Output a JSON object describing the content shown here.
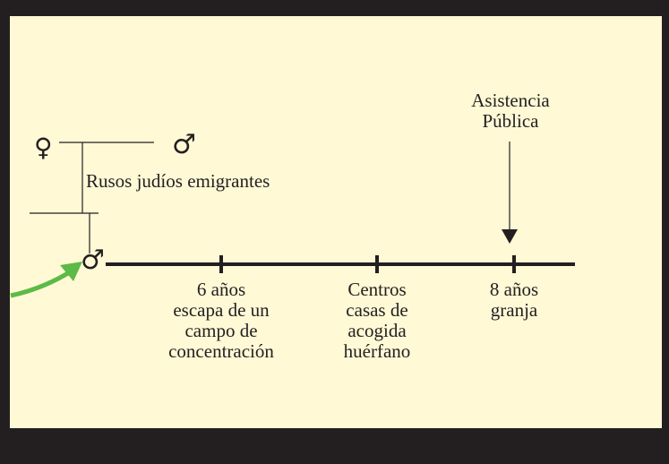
{
  "diagram": {
    "colors": {
      "background": "#fff9d6",
      "frame": "#231f20",
      "line": "#231f20",
      "arrow_green": "#5cba47"
    },
    "parents": {
      "mother_symbol": "♀",
      "father_symbol": "♂",
      "label": "Rusos judíos emigrantes"
    },
    "subject_symbol": "♂",
    "events": [
      {
        "lines": [
          "6 años",
          "escapa de un",
          "campo de",
          "concentración"
        ]
      },
      {
        "lines": [
          "Centros",
          "casas de",
          "acogida",
          "huérfano"
        ]
      },
      {
        "lines": [
          "8 años",
          "granja"
        ]
      }
    ],
    "annotation": {
      "lines": [
        "Asistencia",
        "Pública"
      ]
    }
  }
}
